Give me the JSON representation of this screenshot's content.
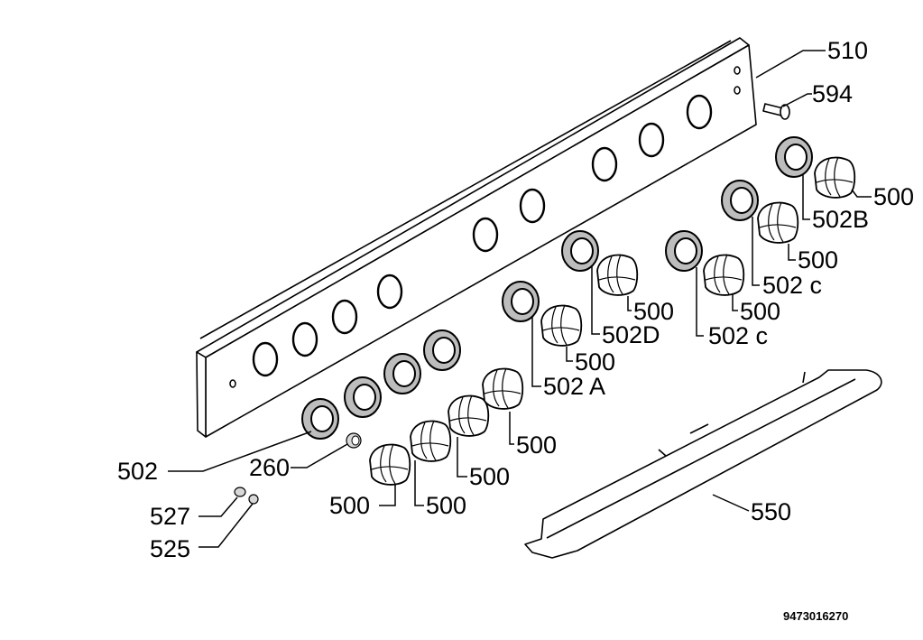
{
  "labels": {
    "panel": "510",
    "screw": "594",
    "ring_left_group": "502",
    "ring_a": "502 A",
    "ring_d": "502D",
    "ring_c1": "502 c",
    "ring_c2": "502 c",
    "ring_b": "502B",
    "knob_1": "500",
    "knob_2": "500",
    "knob_3": "500",
    "knob_4": "500",
    "knob_5": "500",
    "knob_6": "500",
    "knob_7": "500",
    "knob_8": "500",
    "knob_9": "500",
    "spring": "260",
    "part_527": "527",
    "part_525": "525",
    "rail": "550"
  },
  "reference_number": "9473016270"
}
